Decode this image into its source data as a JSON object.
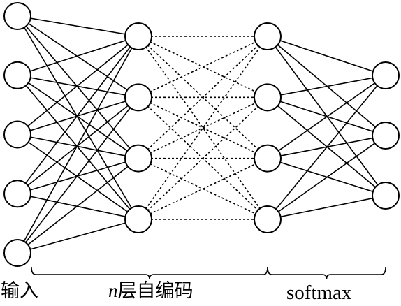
{
  "labels": {
    "input": "输入",
    "autoencoder_prefix": "n",
    "autoencoder_suffix": "层自编码",
    "softmax": "softmax"
  },
  "layers": {
    "input_nodes": 5,
    "encoder_first_nodes": 4,
    "encoder_last_nodes": 4,
    "output_nodes": 3
  },
  "connections": {
    "input_to_encoder": "solid",
    "encoder_hidden": "dotted",
    "encoder_to_output": "solid"
  },
  "colors": {
    "stroke": "#000000",
    "node_fill": "#ffffff",
    "background": "#ffffff"
  }
}
